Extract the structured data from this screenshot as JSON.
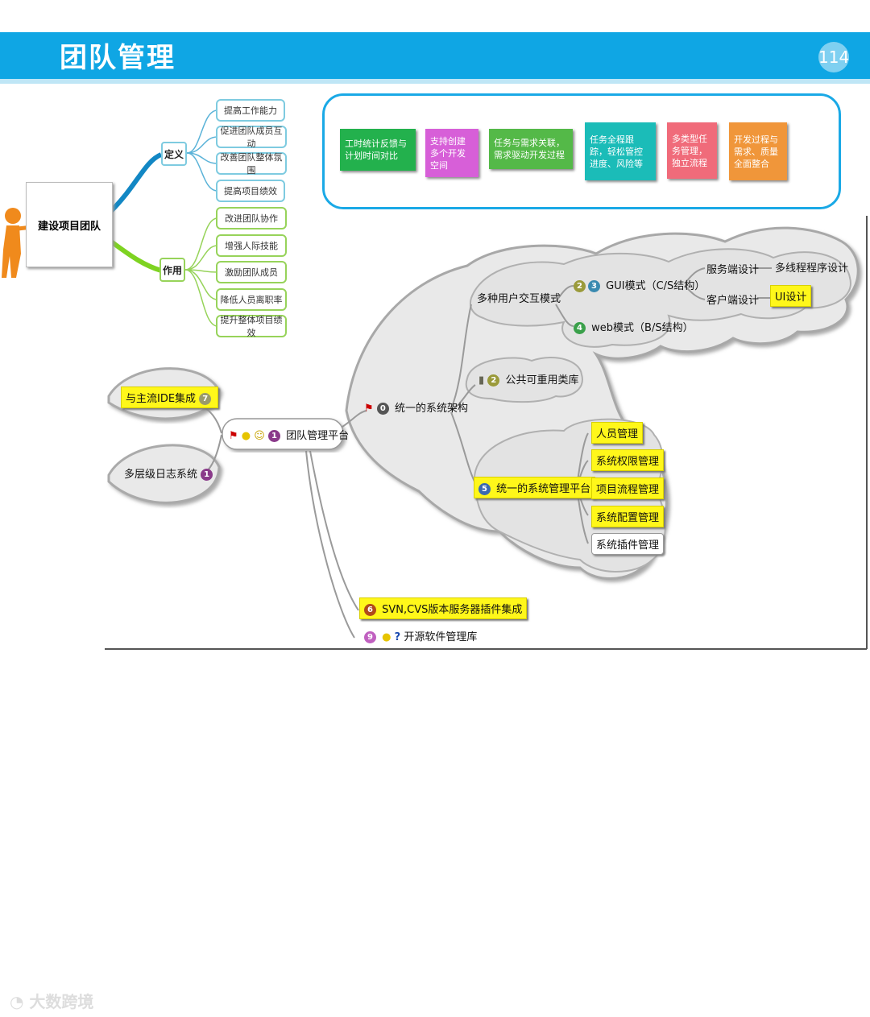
{
  "header": {
    "title": "团队管理",
    "page": "114"
  },
  "left_tree": {
    "root": "建设项目团队",
    "definition": {
      "label": "定义",
      "items": [
        "提高工作能力",
        "促进团队成员互动",
        "改善团队整体氛围",
        "提高项目绩效"
      ]
    },
    "function": {
      "label": "作用",
      "items": [
        "改进团队协作",
        "增强人际技能",
        "激励团队成员",
        "降低人员离职率",
        "提升整体项目绩效"
      ]
    }
  },
  "features": [
    {
      "text": "工时统计反馈与计划时间对比",
      "color": "#23b14d"
    },
    {
      "text": "支持创建多个开发空间",
      "color": "#d75fd8"
    },
    {
      "text": "任务与需求关联，需求驱动开发过程",
      "color": "#54b948"
    },
    {
      "text": "任务全程跟踪，轻松管控进度、风险等",
      "color": "#1bbcb8"
    },
    {
      "text": "多类型任务管理，独立流程",
      "color": "#f06b7a"
    },
    {
      "text": "开发过程与需求、质量全面整合",
      "color": "#f0963a"
    }
  ],
  "mindmap": {
    "center": "团队管理平台",
    "ide": "与主流IDE集成",
    "log": "多层级日志系统",
    "arch": "统一的系统架构",
    "interaction": "多种用户交互模式",
    "gui": "GUI模式（C/S结构）",
    "web": "web模式（B/S结构）",
    "server_design": "服务端设计",
    "multithread": "多线程程序设计",
    "client_design": "客户端设计",
    "ui_design": "UI设计",
    "library": "公共可重用类库",
    "mgmt_platform": "统一的系统管理平台",
    "mgmt_items": [
      "人员管理",
      "系统权限管理",
      "项目流程管理",
      "系统配置管理",
      "系统插件管理"
    ],
    "svn": "SVN,CVS版本服务器插件集成",
    "opensource": "开源软件管理库",
    "badges": {
      "n0": "0",
      "n1": "1",
      "n2": "2",
      "n3": "3",
      "n4": "4",
      "n5": "5",
      "n6": "6",
      "n7": "7",
      "n9": "9",
      "q": "?"
    }
  },
  "watermark": "大数跨境"
}
